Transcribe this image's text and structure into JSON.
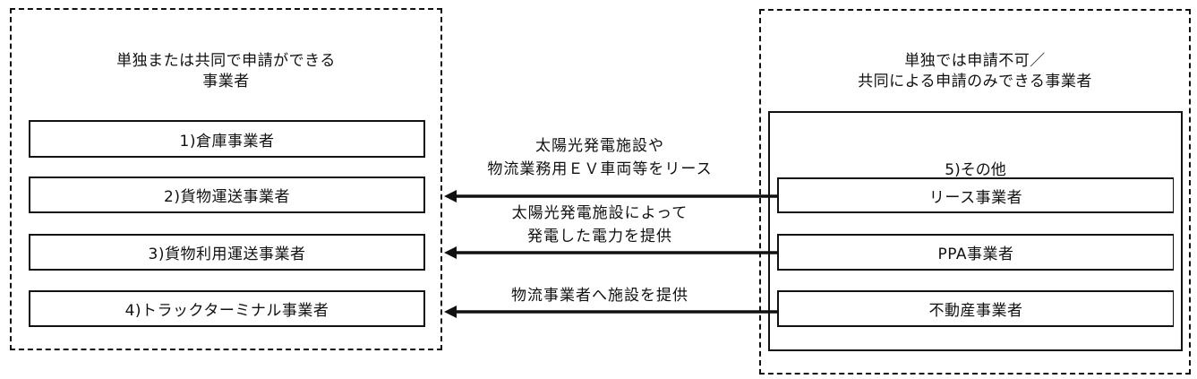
{
  "left_group": {
    "heading_line1": "単独または共同で申請ができる",
    "heading_line2": "事業者",
    "items": [
      {
        "label": "1)倉庫事業者"
      },
      {
        "label": "2)貨物運送事業者"
      },
      {
        "label": "3)貨物利用運送事業者"
      },
      {
        "label": "4)トラックターミナル事業者"
      }
    ]
  },
  "right_group": {
    "heading_line1": "単独では申請不可／",
    "heading_line2": "共同による申請のみできる事業者",
    "subgroup_label": "5)その他",
    "items": [
      {
        "label": "リース事業者"
      },
      {
        "label": "PPA事業者"
      },
      {
        "label": "不動産事業者"
      }
    ]
  },
  "arrows": [
    {
      "from": "リース事業者",
      "to": "2)貨物運送事業者",
      "caption_line1": "太陽光発電施設や",
      "caption_line2": "物流業務用ＥＶ車両等をリース"
    },
    {
      "from": "PPA事業者",
      "to": "3)貨物利用運送事業者",
      "caption_line1": "太陽光発電施設によって",
      "caption_line2": "発電した電力を提供"
    },
    {
      "from": "不動産事業者",
      "to": "4)トラックターミナル事業者",
      "caption_line1": "物流事業者へ施設を提供",
      "caption_line2": ""
    }
  ]
}
